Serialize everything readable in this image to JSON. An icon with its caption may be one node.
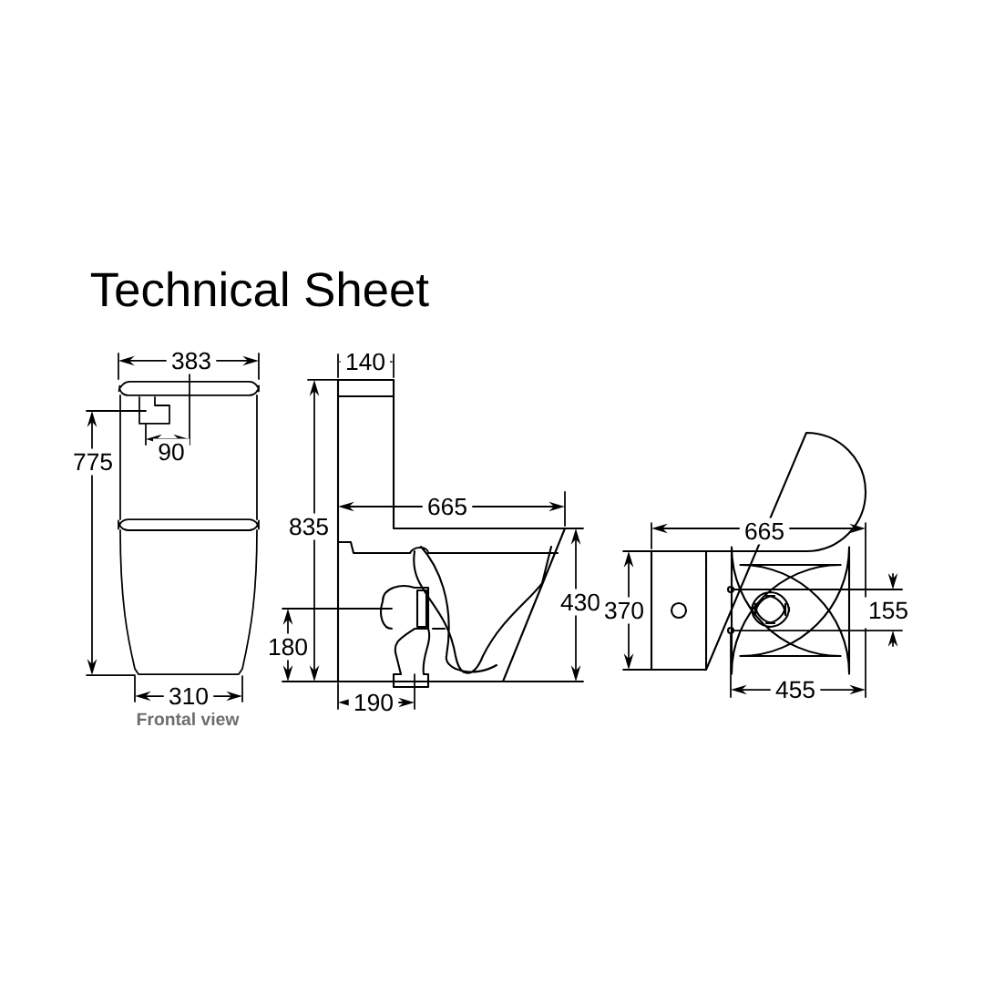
{
  "diagram": {
    "title": "Technical Sheet",
    "labels": [
      "383",
      "90",
      "775",
      "310",
      "Frontal view",
      "140",
      "835",
      "665",
      "430",
      "180",
      "190",
      "665",
      "370",
      "155",
      "455"
    ]
  }
}
